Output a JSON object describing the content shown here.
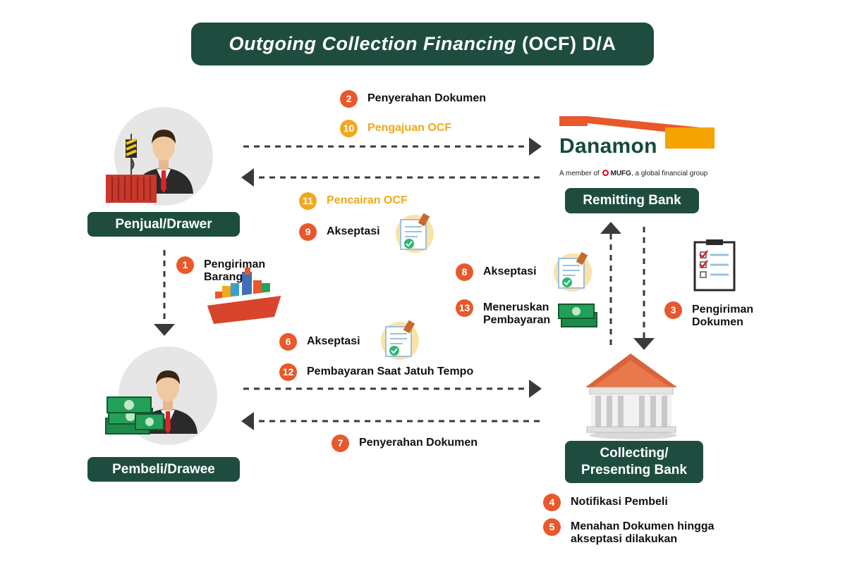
{
  "title": {
    "italic": "Outgoing Collection Financing",
    "rest": "(OCF) D/A"
  },
  "nodes": {
    "seller": "Penjual/Drawer",
    "buyer": "Pembeli/Drawee",
    "remitting": "Remitting Bank",
    "collecting_line1": "Collecting/",
    "collecting_line2": "Presenting Bank"
  },
  "danamon": {
    "name": "Danamon",
    "tagline_a": "A member of",
    "tagline_mufg": "MUFG",
    "tagline_b": ", a global financial group"
  },
  "steps": {
    "s1": {
      "num": "1",
      "line1": "Pengiriman",
      "line2": "Barang"
    },
    "s2": {
      "num": "2",
      "text": "Penyerahan Dokumen"
    },
    "s3": {
      "num": "3",
      "line1": "Pengiriman",
      "line2": "Dokumen"
    },
    "s4": {
      "num": "4",
      "text": "Notifikasi Pembeli"
    },
    "s5": {
      "num": "5",
      "line1": "Menahan Dokumen hingga",
      "line2": "akseptasi dilakukan"
    },
    "s6": {
      "num": "6",
      "text": "Akseptasi"
    },
    "s7": {
      "num": "7",
      "text": "Penyerahan Dokumen"
    },
    "s8": {
      "num": "8",
      "text": "Akseptasi"
    },
    "s9": {
      "num": "9",
      "text": "Akseptasi"
    },
    "s10": {
      "num": "10",
      "text": "Pengajuan OCF"
    },
    "s11": {
      "num": "11",
      "text": "Pencairan OCF"
    },
    "s12": {
      "num": "12",
      "text": "Pembayaran Saat Jatuh Tempo"
    },
    "s13": {
      "num": "13",
      "line1": "Meneruskan",
      "line2": "Pembayaran"
    }
  },
  "colors": {
    "dark_green": "#1e4d40",
    "orange": "#e8582a",
    "yellow": "#f0a81c",
    "arrow": "#3a3a3a"
  },
  "icons": [
    "person-icon",
    "container-icon",
    "ship-icon",
    "money-icon",
    "document-stamp-icon",
    "checklist-icon",
    "bank-building-icon",
    "danamon-logo"
  ]
}
